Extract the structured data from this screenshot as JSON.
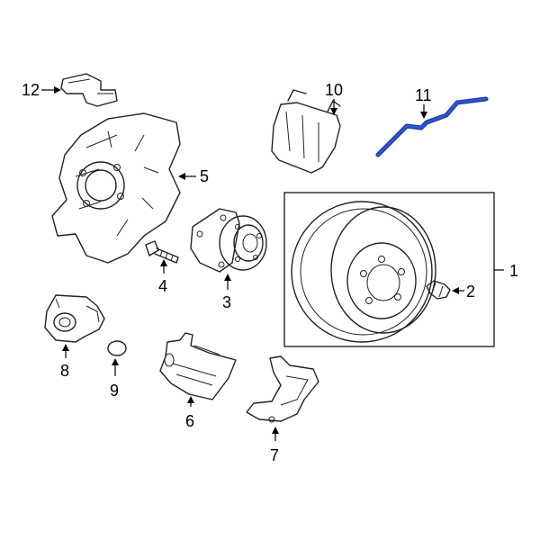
{
  "highlight_color": "#1d3c9e",
  "callouts": {
    "n1": "1",
    "n2": "2",
    "n3": "3",
    "n4": "4",
    "n5": "5",
    "n6": "6",
    "n7": "7",
    "n8": "8",
    "n9": "9",
    "n10": "10",
    "n11": "11",
    "n12": "12"
  }
}
